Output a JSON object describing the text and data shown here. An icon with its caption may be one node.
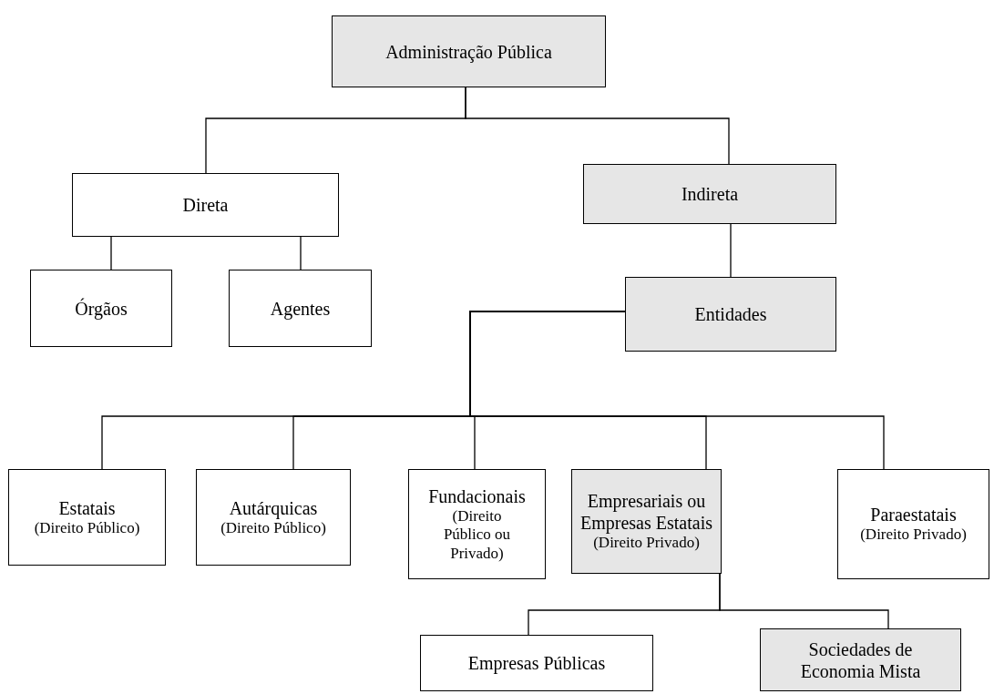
{
  "diagram": {
    "nodes": [
      {
        "text": [
          "Administração Pública"
        ]
      },
      {
        "text": [
          "Direta"
        ]
      },
      {
        "text": [
          "Indireta"
        ]
      },
      {
        "text": [
          "Órgãos"
        ]
      },
      {
        "text": [
          "Agentes"
        ]
      },
      {
        "text": [
          "Entidades"
        ]
      },
      {
        "text": [
          "Estatais",
          "(Direito Público)"
        ]
      },
      {
        "text": [
          "Autárquicas",
          "(Direito Público)"
        ]
      },
      {
        "text": [
          "Fundacionais",
          "(Direito Público ou Privado)"
        ]
      },
      {
        "text": [
          "Empresariais ou Empresas Estatais",
          "(Direito Privado)"
        ]
      },
      {
        "text": [
          "Paraestatais",
          "(Direito Privado)"
        ]
      },
      {
        "text": [
          "Empresas Públicas"
        ]
      },
      {
        "text": [
          "Sociedades de Economia Mista"
        ]
      }
    ],
    "edges": [
      {
        "from": 0,
        "to": 1,
        "arrow": "none"
      },
      {
        "from": 0,
        "to": 2,
        "arrow": "none"
      },
      {
        "from": 1,
        "to": 3,
        "arrow": "none"
      },
      {
        "from": 1,
        "to": 4,
        "arrow": "none"
      },
      {
        "from": 2,
        "to": 5,
        "arrow": "none"
      },
      {
        "from": 5,
        "to": 6,
        "arrow": "none"
      },
      {
        "from": 5,
        "to": 7,
        "arrow": "none"
      },
      {
        "from": 5,
        "to": 8,
        "arrow": "none"
      },
      {
        "from": 5,
        "to": 9,
        "arrow": "none"
      },
      {
        "from": 5,
        "to": 10,
        "arrow": "none"
      },
      {
        "from": 9,
        "to": 11,
        "arrow": "none"
      },
      {
        "from": 9,
        "to": 12,
        "arrow": "none"
      }
    ]
  }
}
